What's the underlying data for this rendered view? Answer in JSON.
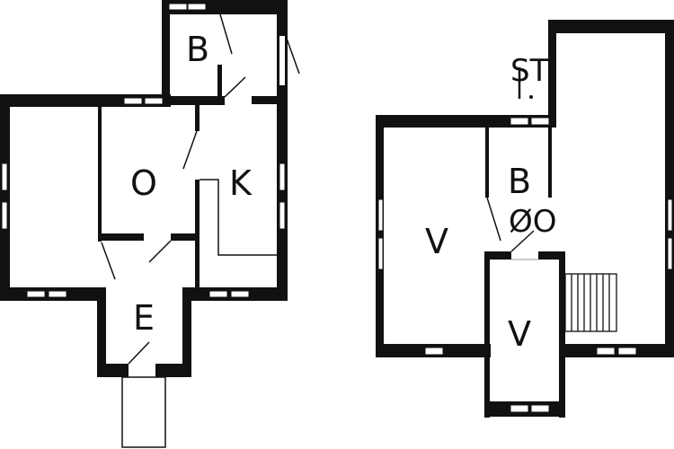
{
  "plans": {
    "left": {
      "rooms": [
        {
          "id": "bath",
          "label": "B"
        },
        {
          "id": "bedroom",
          "label": "O"
        },
        {
          "id": "kitchen",
          "label": "K"
        },
        {
          "id": "entrance",
          "label": "E"
        }
      ]
    },
    "right": {
      "rooms": [
        {
          "id": "loft-left",
          "label": "V"
        },
        {
          "id": "bath-2",
          "label": "B"
        },
        {
          "id": "stair-label",
          "label": "ST"
        },
        {
          "id": "bath-symbol",
          "label": "ØO"
        },
        {
          "id": "loft-center",
          "label": "V"
        }
      ]
    }
  },
  "colors": {
    "wall": "#111111",
    "background": "#ffffff",
    "window": "#ffffff"
  }
}
